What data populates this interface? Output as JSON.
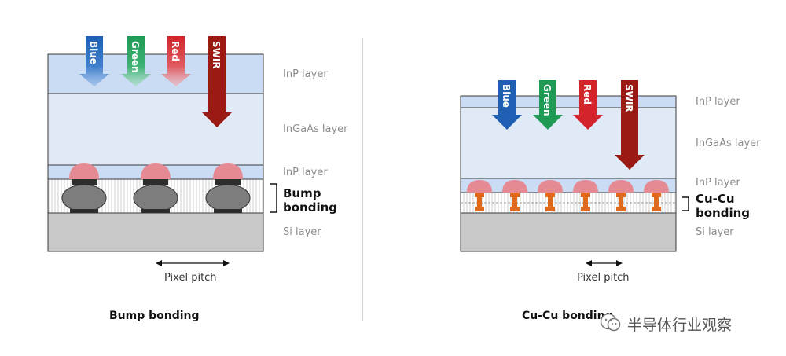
{
  "left": {
    "arrows": [
      "Blue",
      "Green",
      "Red",
      "SWIR"
    ],
    "layers": {
      "inp_top": "InP layer",
      "ingaas": "InGaAs layer",
      "inp_bottom": "InP layer",
      "bond": "Bump\nbonding",
      "si": "Si layer"
    },
    "pitch": "Pixel pitch",
    "caption": "Bump bonding"
  },
  "right": {
    "arrows": [
      "Blue",
      "Green",
      "Red",
      "SWIR"
    ],
    "layers": {
      "inp_top": "InP layer",
      "ingaas": "InGaAs layer",
      "inp_bottom": "InP layer",
      "bond": "Cu-Cu\nbonding",
      "si": "Si layer"
    },
    "pitch": "Pixel pitch",
    "caption": "Cu-Cu bonding"
  },
  "watermark": "半导体行业观察",
  "colors": {
    "inp": "#c9dcf3",
    "ingaas": "#dfeaf6",
    "si": "#c8c8c8",
    "bump": "#7d7d7d",
    "cu": "#e06a1b",
    "pad": "#e58a93",
    "blue": "#1e5fb3",
    "green": "#1f9a55",
    "red": "#d3242b",
    "swir": "#9b1a14"
  }
}
